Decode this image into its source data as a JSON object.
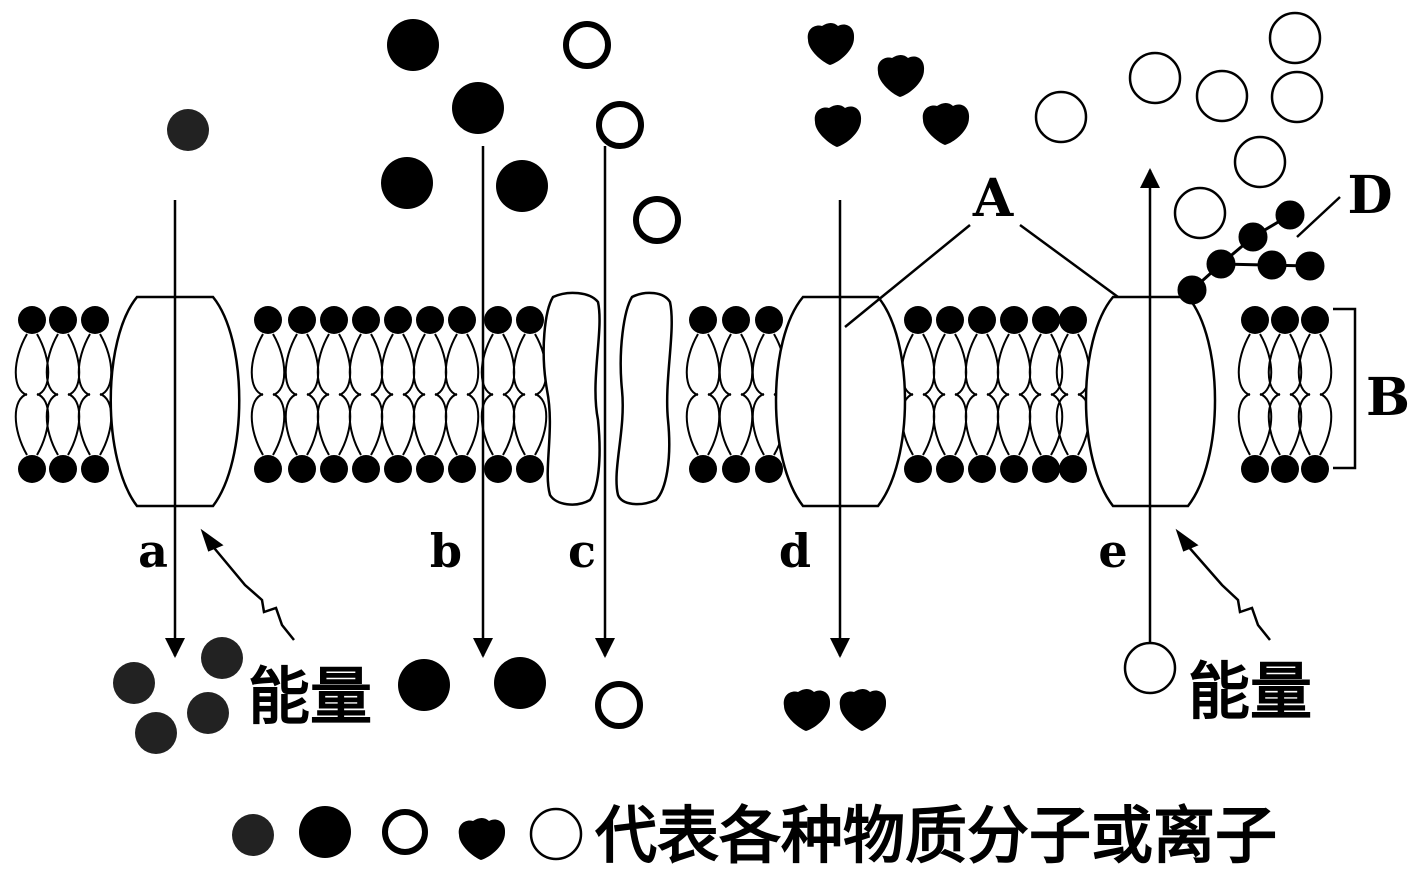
{
  "diagram": {
    "process_labels": {
      "a": "a",
      "b": "b",
      "c": "c",
      "d": "d",
      "e": "e"
    },
    "structure_labels": {
      "A": "A",
      "B": "B",
      "D": "D"
    },
    "energy_label_left": "能量",
    "energy_label_right": "能量",
    "legend_text": "代表各种物质分子或离子",
    "colors": {
      "dark_gray_particle": "#222222",
      "black_particle": "#000000",
      "line": "#000000",
      "background": "#ffffff"
    },
    "particle_types": [
      "dark-gray-solid-circle",
      "black-solid-circle",
      "thick-ring-circle",
      "black-heart",
      "thin-open-circle"
    ]
  }
}
